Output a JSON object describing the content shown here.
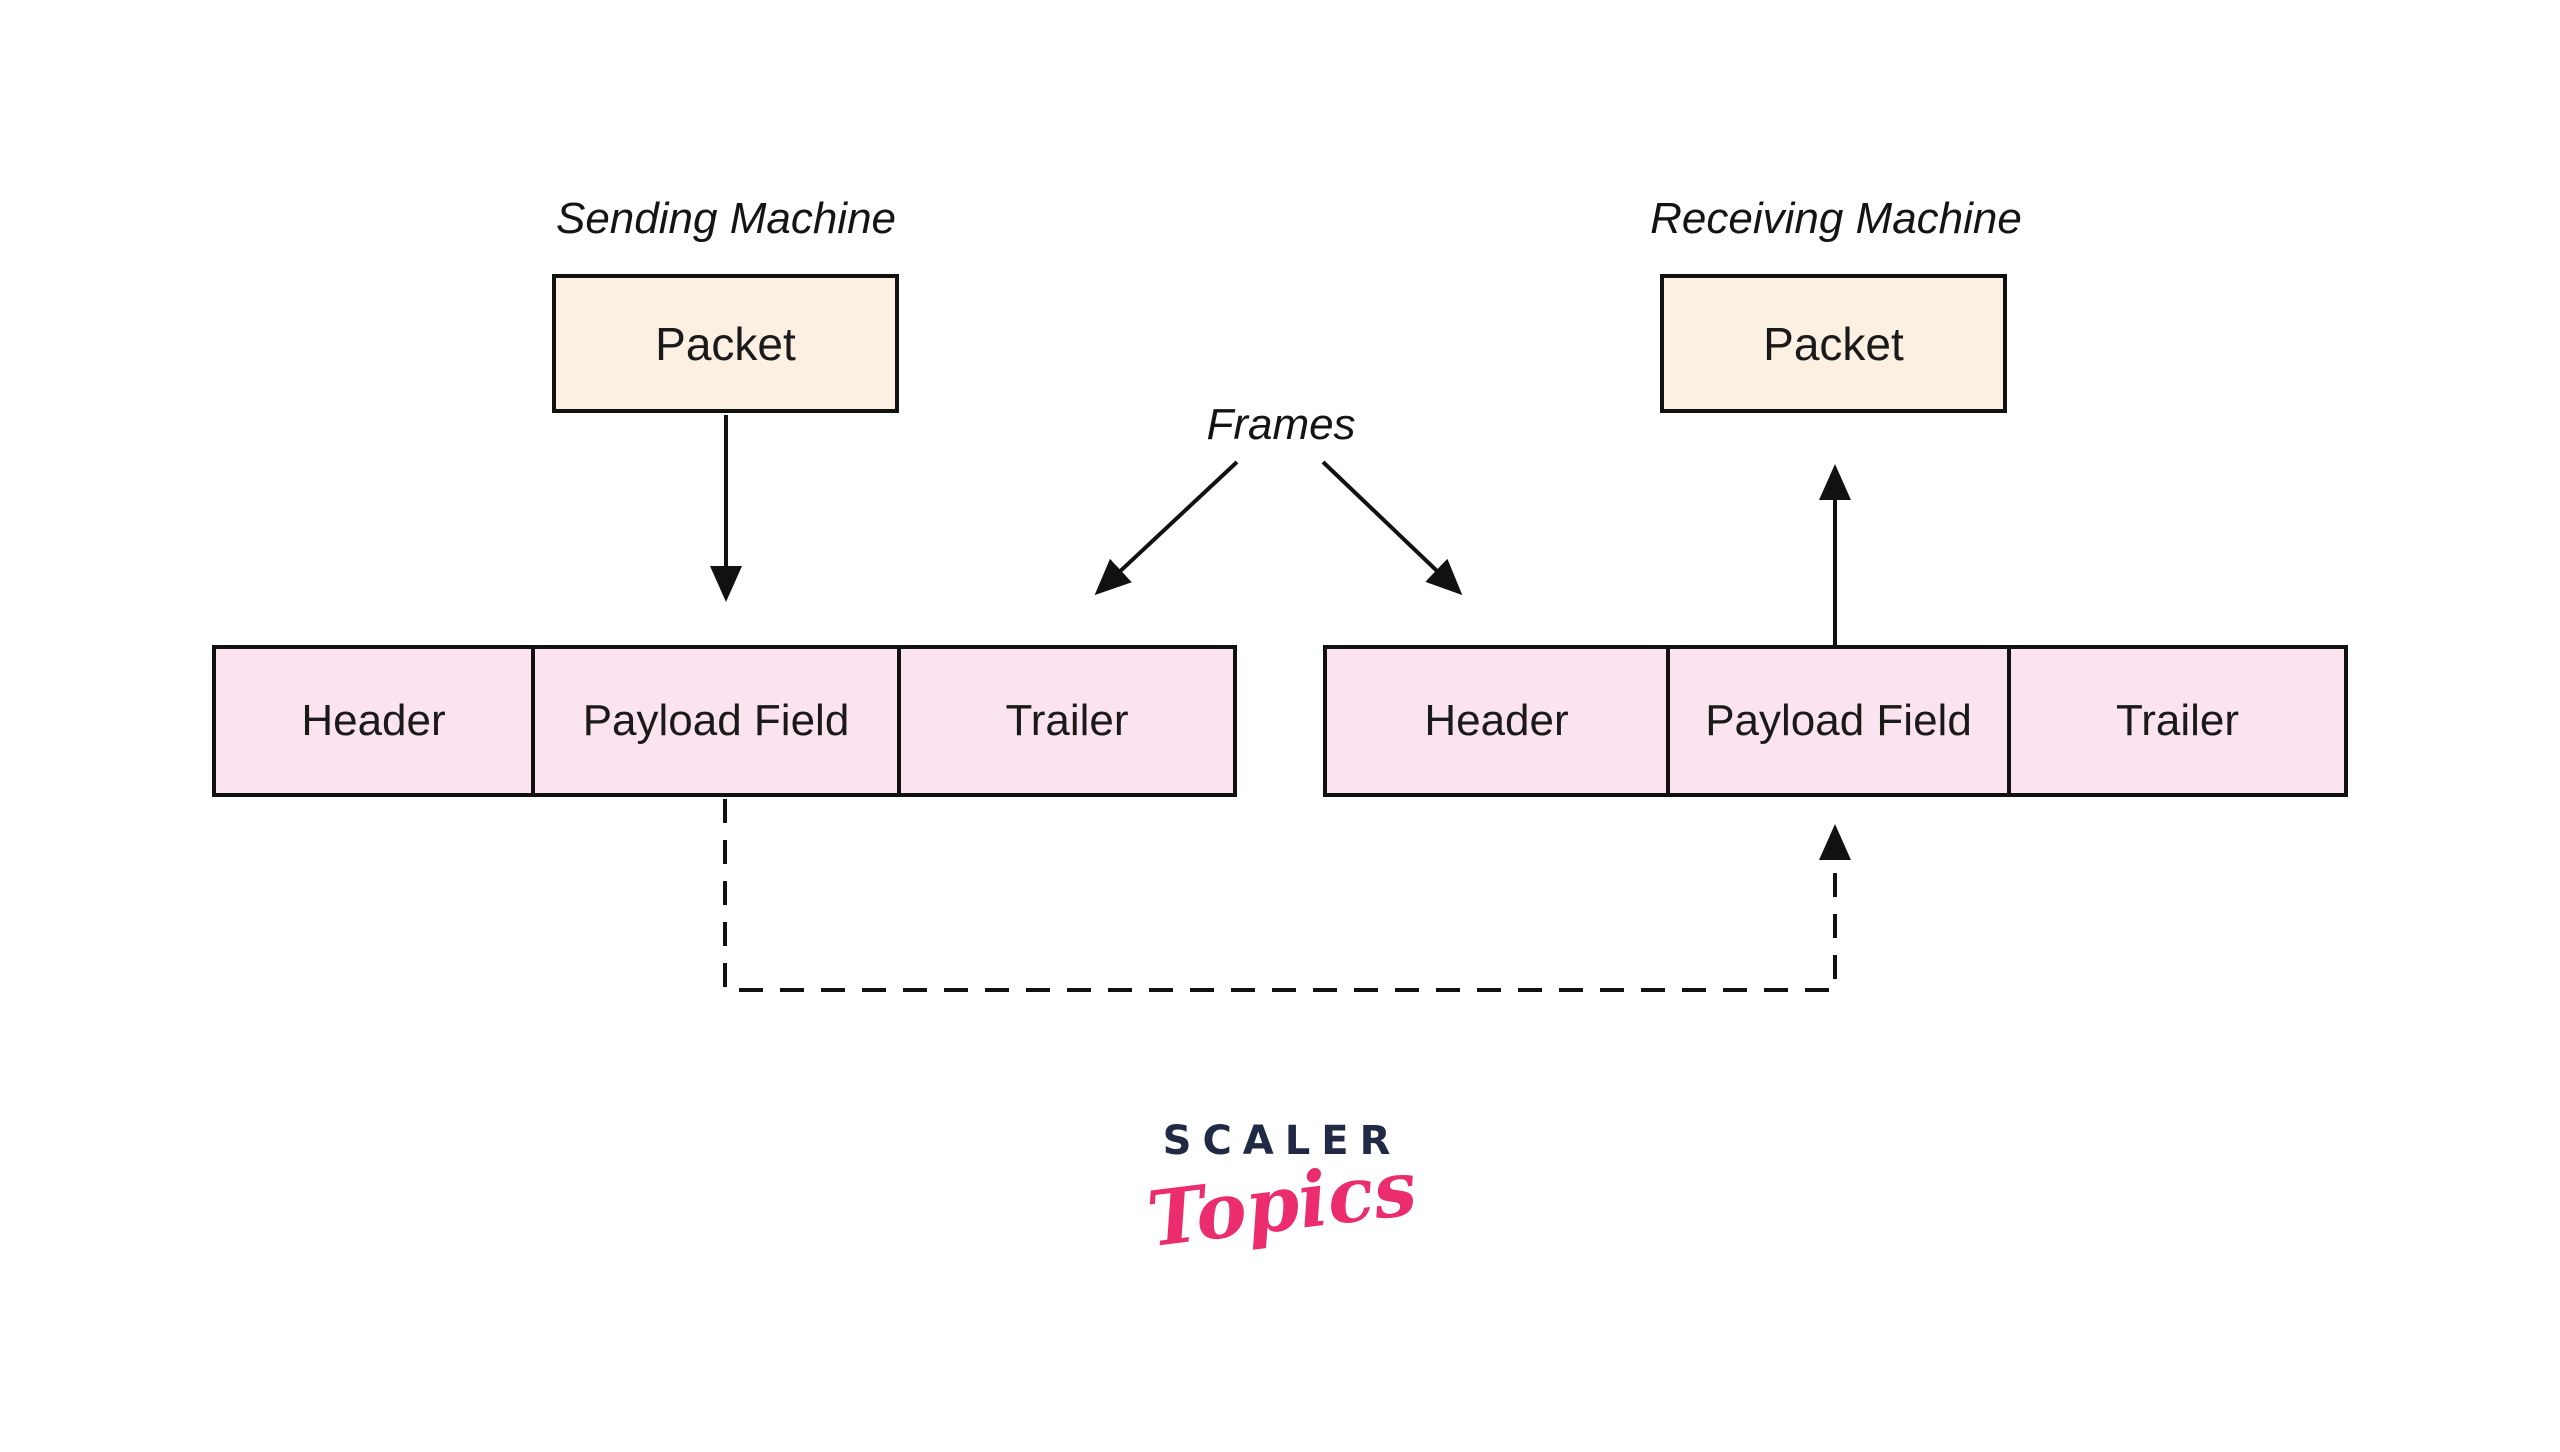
{
  "sender": {
    "machine_label": "Sending Machine",
    "packet_label": "Packet"
  },
  "receiver": {
    "machine_label": "Receiving Machine",
    "packet_label": "Packet"
  },
  "frames_label": "Frames",
  "frames": {
    "left": {
      "cells": [
        "Header",
        "Payload Field",
        "Trailer"
      ]
    },
    "right": {
      "cells": [
        "Header",
        "Payload Field",
        "Trailer"
      ]
    }
  },
  "logo": {
    "primary": "SCALER",
    "secondary": "Topics"
  },
  "colors": {
    "packet-fill": "#FBF0E2",
    "frame-fill": "#FBE4EF",
    "stroke": "#111111",
    "logo-navy": "#202A44",
    "logo-pink": "#EC2D6D"
  }
}
